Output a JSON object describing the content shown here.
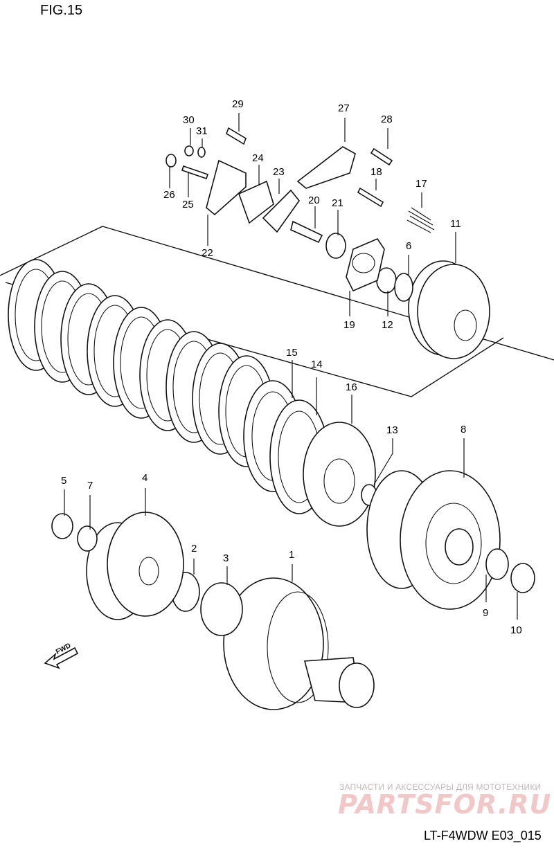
{
  "figure": {
    "title": "FIG.15",
    "reference_code": "LT-F4WDW E03_015",
    "direction_arrow_text": "FWD"
  },
  "watermark": {
    "caption": "ЗАПЧАСТИ И АКСЕССУАРЫ ДЛЯ МОТОТЕХНИКИ",
    "logo_text": "PARTSFOR.RU",
    "color": "#f2c7c7"
  },
  "callouts": [
    "1",
    "2",
    "3",
    "4",
    "5",
    "6",
    "7",
    "8",
    "9",
    "10",
    "11",
    "12",
    "13",
    "14",
    "15",
    "16",
    "17",
    "18",
    "19",
    "20",
    "21",
    "22",
    "23",
    "24",
    "25",
    "26",
    "27",
    "28",
    "29",
    "30",
    "31"
  ],
  "colors": {
    "line": "#111111",
    "background": "#ffffff"
  }
}
